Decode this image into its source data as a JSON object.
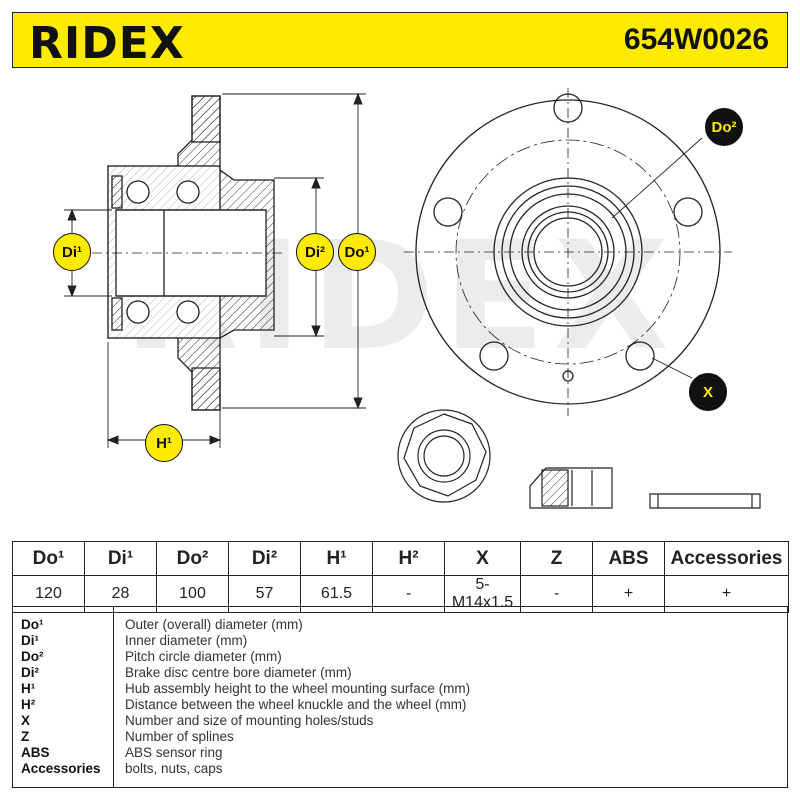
{
  "header": {
    "brand": "RIDEX",
    "part_number": "654W0026"
  },
  "drawing": {
    "watermark": "RIDEX",
    "badges": {
      "di1": "Di¹",
      "di2": "Di²",
      "do1": "Do¹",
      "h1": "H¹",
      "do2": "Do²",
      "x": "X"
    }
  },
  "table": {
    "headers": [
      "Do¹",
      "Di¹",
      "Do²",
      "Di²",
      "H¹",
      "H²",
      "X",
      "Z",
      "ABS",
      "Accessories"
    ],
    "values": [
      "120",
      "28",
      "100",
      "57",
      "61.5",
      "-",
      "5-M14x1.5",
      "-",
      "+",
      "+"
    ]
  },
  "legend": [
    {
      "code": "Do¹",
      "desc": "Outer (overall) diameter (mm)"
    },
    {
      "code": "Di¹",
      "desc": "Inner diameter (mm)"
    },
    {
      "code": "Do²",
      "desc": "Pitch circle diameter (mm)"
    },
    {
      "code": "Di²",
      "desc": "Brake disc centre bore diameter (mm)"
    },
    {
      "code": "H¹",
      "desc": "Hub assembly height to the wheel mounting surface (mm)"
    },
    {
      "code": "H²",
      "desc": "Distance between the wheel knuckle and the wheel (mm)"
    },
    {
      "code": "X",
      "desc": "Number and size of mounting holes/studs"
    },
    {
      "code": "Z",
      "desc": "Number of splines"
    },
    {
      "code": "ABS",
      "desc": "ABS sensor ring"
    },
    {
      "code": "Accessories",
      "desc": "bolts, nuts, caps"
    }
  ],
  "colors": {
    "accent": "#ffeb00",
    "dark": "#111111",
    "watermark": "#ececec"
  }
}
